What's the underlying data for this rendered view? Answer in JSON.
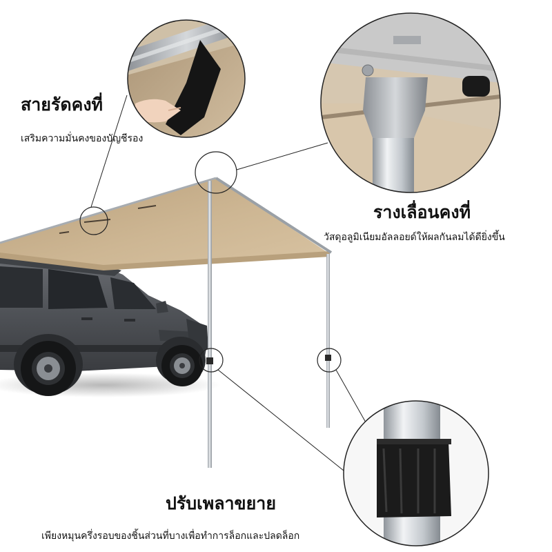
{
  "callouts": {
    "strap": {
      "title": "สายรัดคงที่",
      "subtitle": "เสริมความมั่นคงของบัญชีรอง"
    },
    "rail": {
      "title": "รางเลื่อนคงที่",
      "subtitle": "วัสดุอลูมิเนียมอัลลอยด์ให้ผลกันลมได้ดียิ่งขึ้น"
    },
    "pole": {
      "title": "ปรับเพลาขยาย",
      "subtitle": "เพียงหมุนครึ่งรอบของชิ้นส่วนที่บางเพื่อทำการล็อกและปลดล็อก"
    }
  },
  "colors": {
    "awning": "#c9b18e",
    "car": "#55585d",
    "pole": "#c4c8cc",
    "rail": "#9a9ea3"
  }
}
